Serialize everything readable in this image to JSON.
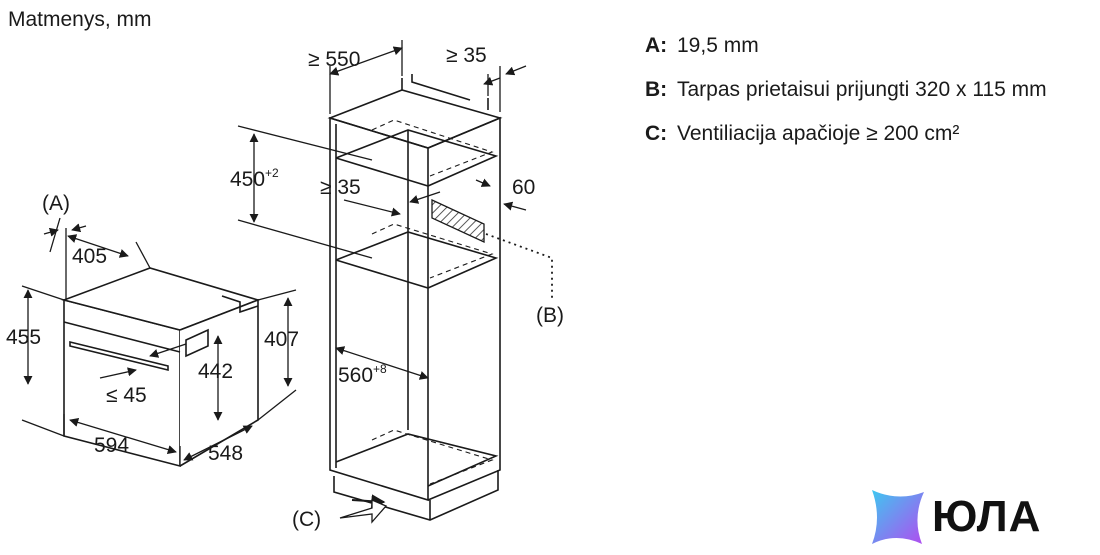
{
  "title": "Matmenys, mm",
  "labels": {
    "A_callout": "(A)",
    "B_callout": "(B)",
    "C_callout": "(C)",
    "oven_405": "405",
    "oven_455": "455",
    "oven_442": "442",
    "oven_407": "407",
    "oven_le45": "≤ 45",
    "oven_594": "594",
    "oven_548": "548",
    "cab_550": "≥ 550",
    "cab_35top": "≥ 35",
    "cab_450": "450",
    "cab_450_sup": "+2",
    "cab_35mid": "≥ 35",
    "cab_60": "60",
    "cab_560": "560",
    "cab_560_sup": "+8"
  },
  "legend": [
    {
      "key": "A:",
      "text": "19,5 mm"
    },
    {
      "key": "B:",
      "text": "Tarpas prietaisui prijungti 320 x 115 mm"
    },
    {
      "key": "C:",
      "text": "Ventiliacija apačioje ≥ 200 cm²"
    }
  ],
  "logo": {
    "text": "ЮЛА"
  },
  "colors": {
    "line": "#1a1a1a",
    "hatch": "#555555",
    "logo_gradient_start": "#3ec7f0",
    "logo_gradient_end": "#b14cf0"
  }
}
